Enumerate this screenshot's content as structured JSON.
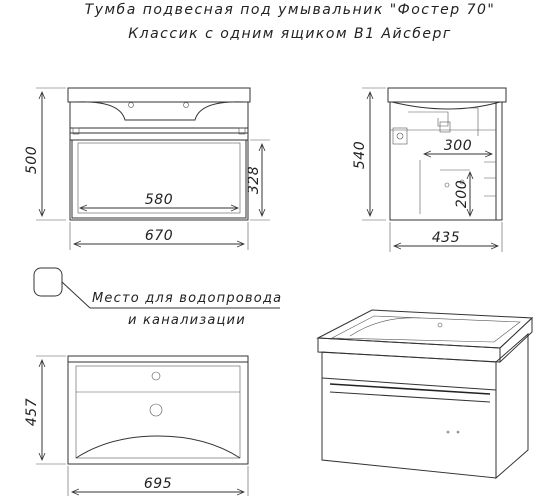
{
  "title": {
    "line1": "Тумба подвесная под умывальник \"Фостер 70\"",
    "line2": "Классик с одним ящиком В1  Айсберг"
  },
  "front_view": {
    "height_label": "500",
    "width_label": "670",
    "inner_width_label": "580",
    "drawer_height_label": "328"
  },
  "side_view": {
    "height_label": "540",
    "depth_label": "435",
    "offset_label": "300",
    "pipe_height_label": "200"
  },
  "top_view": {
    "depth_label": "457",
    "width_label": "695"
  },
  "legend": {
    "line1": "Место для водопровода",
    "line2": "и канализации"
  },
  "colors": {
    "line": "#333333",
    "text": "#222222",
    "background": "#ffffff"
  }
}
